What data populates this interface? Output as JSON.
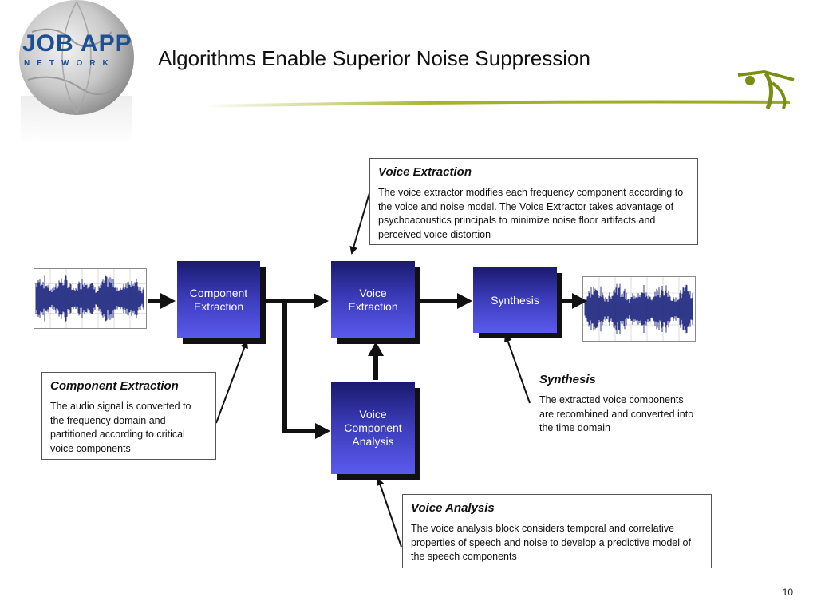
{
  "logo": {
    "name": "JOB APP",
    "sub": "NETWORK"
  },
  "title": "Algorithms Enable Superior Noise Suppression",
  "blocks": {
    "component_extraction": "Component\nExtraction",
    "voice_extraction": "Voice\nExtraction",
    "synthesis": "Synthesis",
    "voice_component_analysis": "Voice\nComponent\nAnalysis"
  },
  "callouts": {
    "voice_extraction": {
      "title": "Voice Extraction",
      "body": "The voice extractor modifies each frequency component according to the voice and noise model.  The Voice Extractor takes advantage of psychoacoustics principals to minimize noise floor artifacts and perceived voice distortion"
    },
    "component_extraction": {
      "title": "Component Extraction",
      "body": "The audio signal is converted to the frequency domain and partitioned according to critical voice components"
    },
    "synthesis": {
      "title": "Synthesis",
      "body": "The extracted voice components are recombined and converted into the time domain"
    },
    "voice_analysis": {
      "title": "Voice Analysis",
      "body": "The voice analysis block considers temporal and correlative properties of speech and noise to develop a predictive model of the speech components"
    }
  },
  "icons": [
    "globe-logo-icon",
    "swoosh-figure-icon",
    "waveform-icon"
  ],
  "colors": {
    "block_top": "#1a1a6e",
    "block_bottom": "#5a5aee",
    "block_shadow": "#111111",
    "waveform": "#1a237e",
    "swoosh": "#9aaa1a",
    "logo_blue": "#1d4f91"
  },
  "page_number": "10"
}
